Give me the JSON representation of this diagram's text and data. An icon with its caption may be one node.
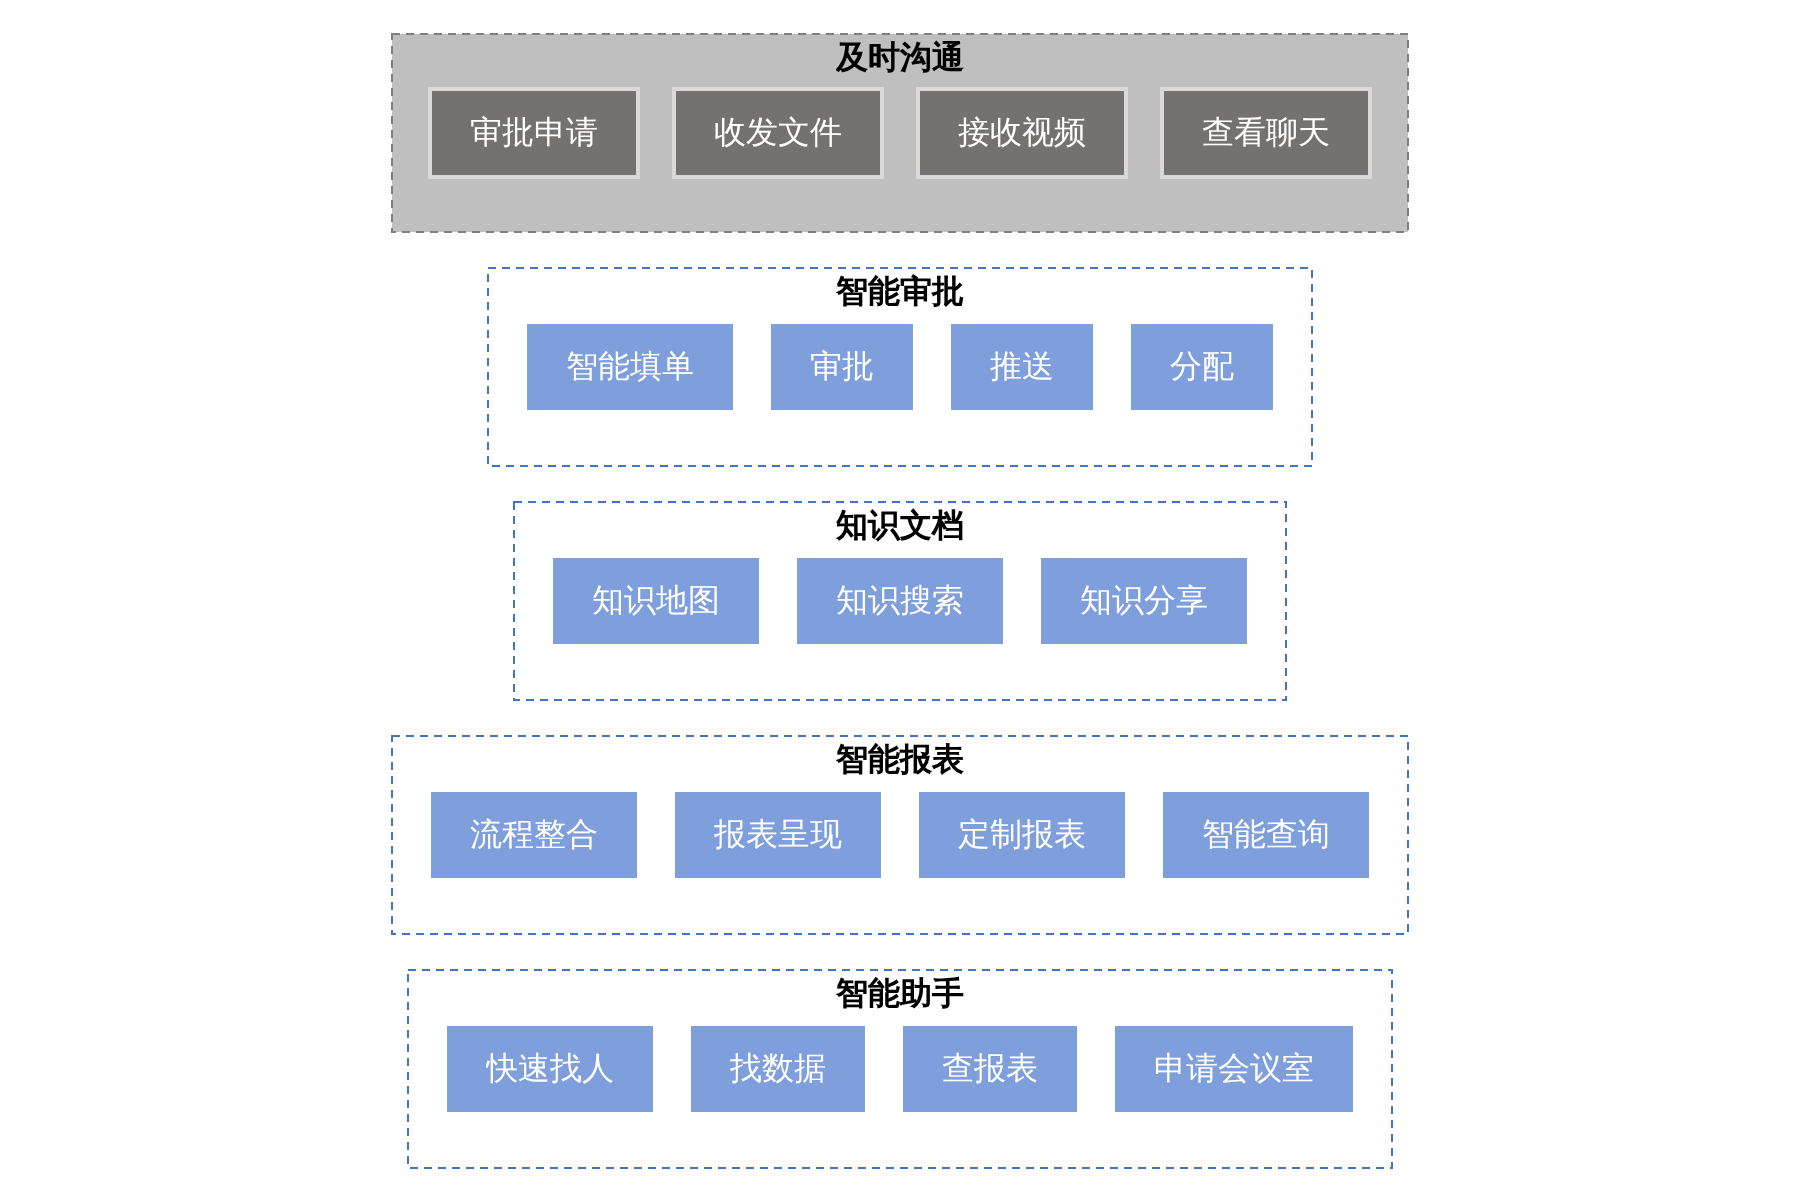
{
  "diagram": {
    "nodes": [
      {
        "text": [
          "及时沟通"
        ]
      },
      {
        "text": [
          "审批申请"
        ],
        "in": 0
      },
      {
        "text": [
          "收发文件"
        ],
        "in": 0
      },
      {
        "text": [
          "接收视频"
        ],
        "in": 0
      },
      {
        "text": [
          "查看聊天"
        ],
        "in": 0
      },
      {
        "text": [
          "智能审批"
        ]
      },
      {
        "text": [
          "智能填单"
        ],
        "in": 5
      },
      {
        "text": [
          "审批"
        ],
        "in": 5
      },
      {
        "text": [
          "推送"
        ],
        "in": 5
      },
      {
        "text": [
          "分配"
        ],
        "in": 5
      },
      {
        "text": [
          "知识文档"
        ]
      },
      {
        "text": [
          "知识地图"
        ],
        "in": 10
      },
      {
        "text": [
          "知识搜索"
        ],
        "in": 10
      },
      {
        "text": [
          "知识分享"
        ],
        "in": 10
      },
      {
        "text": [
          "智能报表"
        ]
      },
      {
        "text": [
          "流程整合"
        ],
        "in": 14
      },
      {
        "text": [
          "报表呈现"
        ],
        "in": 14
      },
      {
        "text": [
          "定制报表"
        ],
        "in": 14
      },
      {
        "text": [
          "智能查询"
        ],
        "in": 14
      },
      {
        "text": [
          "智能助手"
        ]
      },
      {
        "text": [
          "快速找人"
        ],
        "in": 19
      },
      {
        "text": [
          "找数据"
        ],
        "in": 19
      },
      {
        "text": [
          "查报表"
        ],
        "in": 19
      },
      {
        "text": [
          "申请会议室"
        ],
        "in": 19
      }
    ],
    "edges": []
  }
}
